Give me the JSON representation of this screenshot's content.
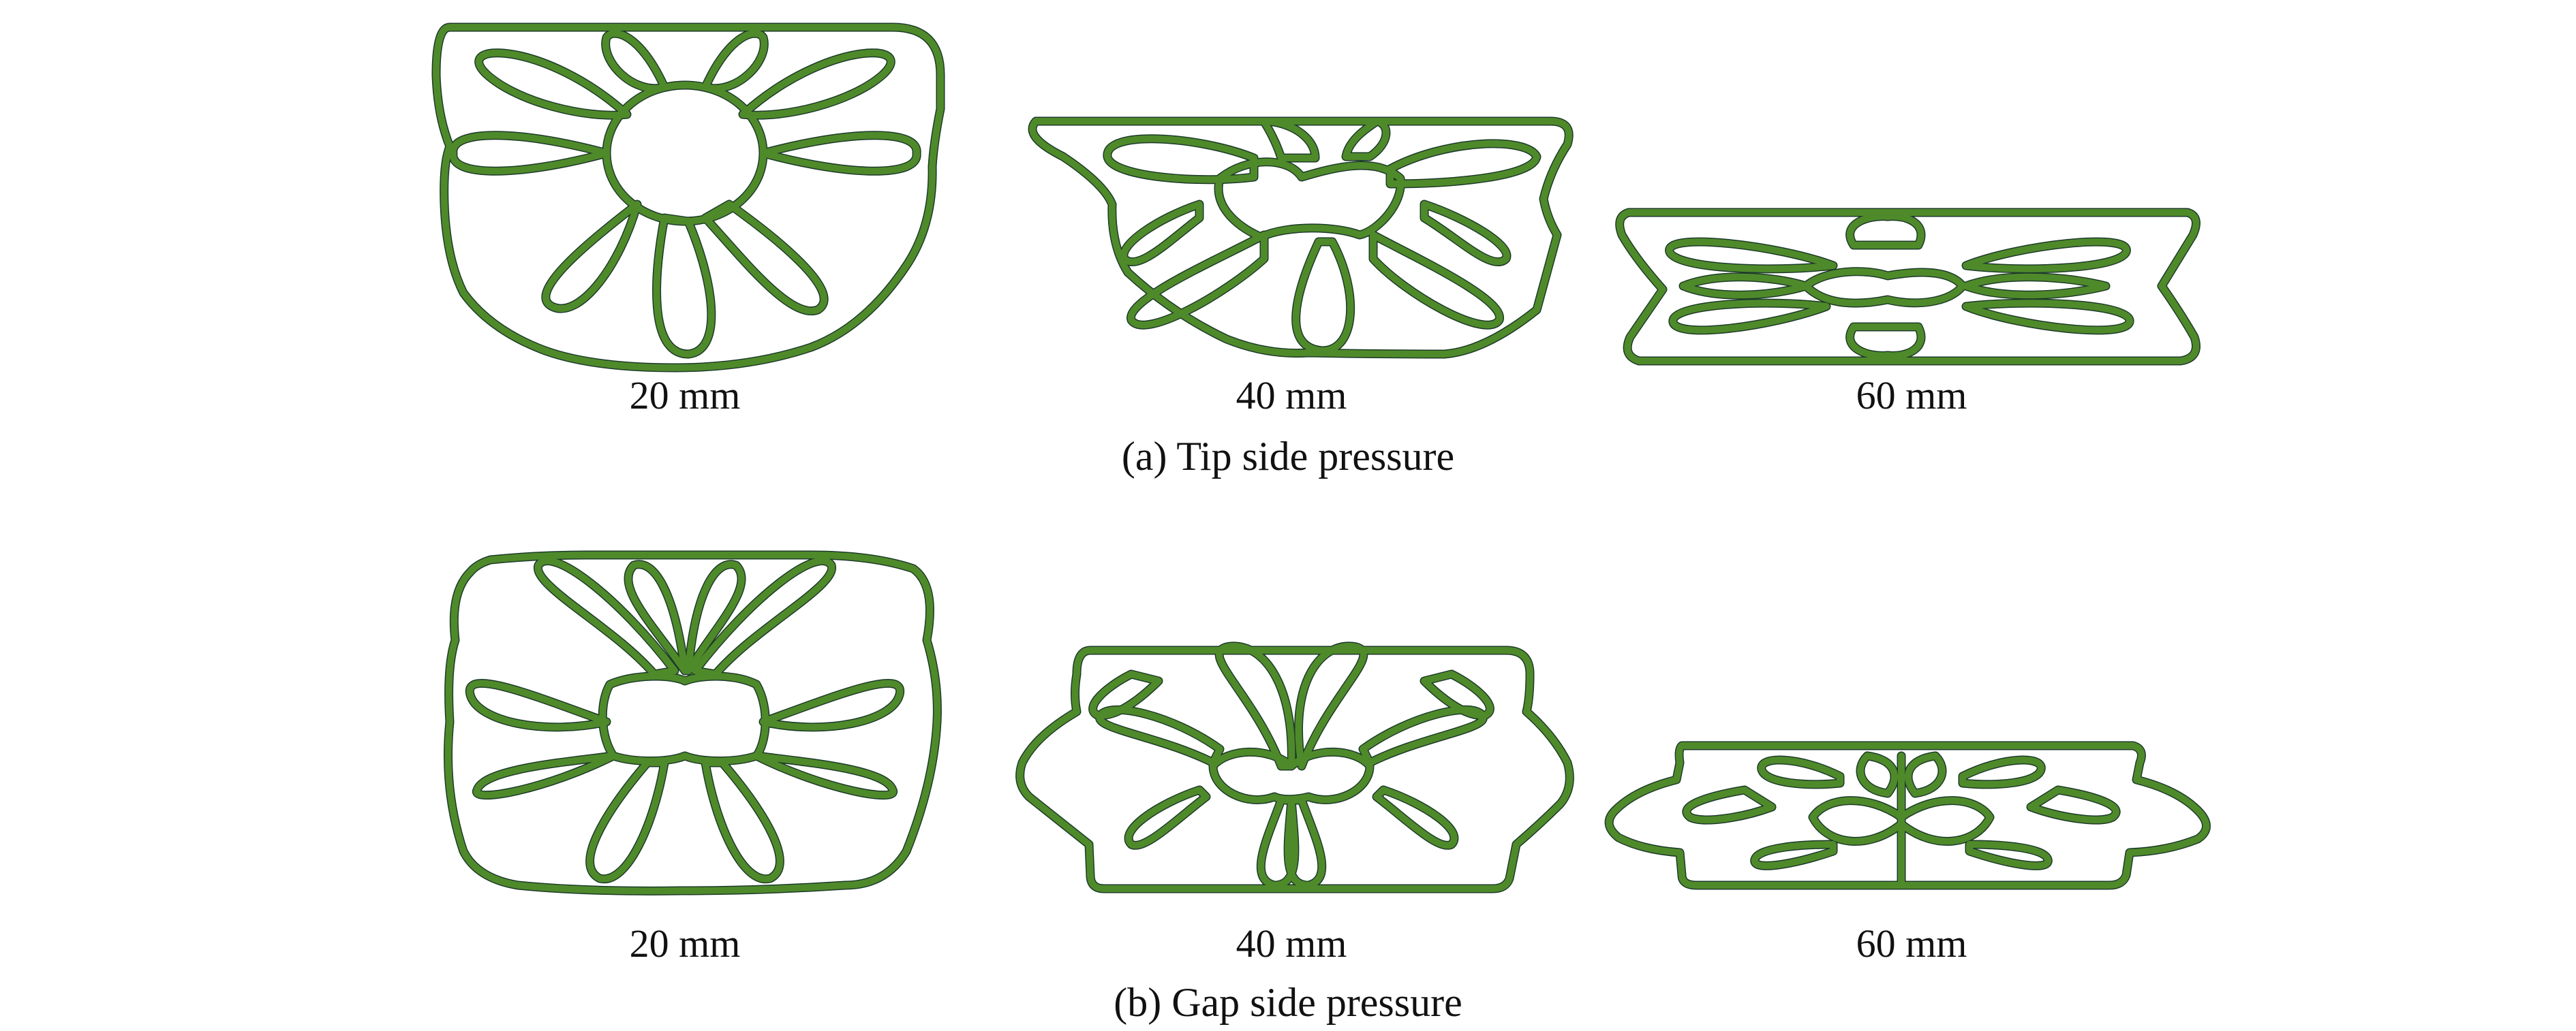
{
  "colors": {
    "ring_main": "#4f8a2a",
    "ring_shadow": "#1d3a2a",
    "ring_accent_blue": "#2a4f9a",
    "text": "#111111",
    "background": "#ffffff"
  },
  "rows": [
    {
      "caption": "(a) Tip side pressure",
      "panels": [
        {
          "label": "20 mm"
        },
        {
          "label": "40 mm"
        },
        {
          "label": "60 mm"
        }
      ]
    },
    {
      "caption": "(b) Gap side pressure",
      "panels": [
        {
          "label": "20 mm"
        },
        {
          "label": "40 mm"
        },
        {
          "label": "60 mm"
        }
      ]
    }
  ]
}
